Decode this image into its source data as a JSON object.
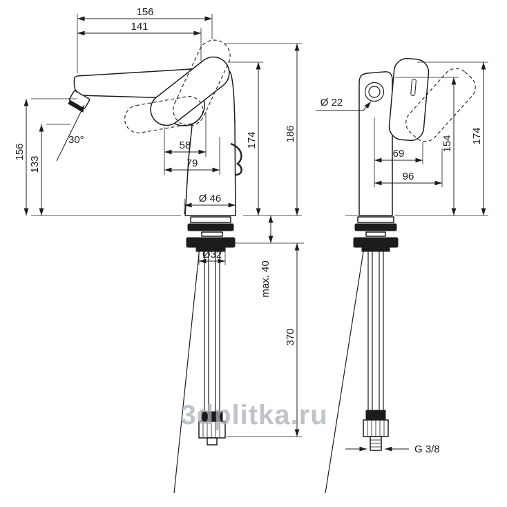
{
  "watermark": {
    "text": "3dplitka.ru",
    "color": "#abb0b6"
  },
  "colors": {
    "line": "#1c1c1c",
    "background": "#ffffff"
  },
  "front_view": {
    "dims": {
      "total_length": "156",
      "spout_reach": "141",
      "left_height": "156",
      "spout_height": "133",
      "angle": "30°",
      "pivot_offset": "58",
      "handle_reach": "79",
      "base_diameter": "Ø 46",
      "body_height": "174",
      "max_height": "186",
      "shank_diameter": "Ø32",
      "max_counter_thickness": "max. 40",
      "hose_length": "370"
    }
  },
  "side_view": {
    "dims": {
      "aerator_diameter": "Ø 22",
      "handle_offset": "69",
      "handle_reach": "96",
      "spout_top_height": "154",
      "total_height": "174",
      "thread": "G 3/8"
    }
  }
}
